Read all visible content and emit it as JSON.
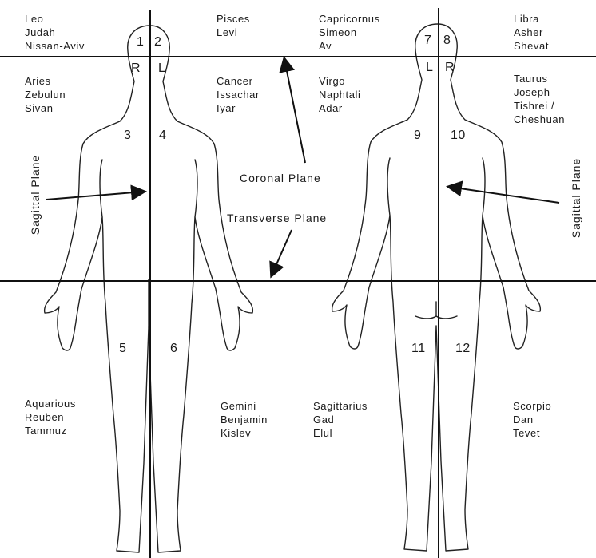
{
  "groups": {
    "leo": [
      "Leo",
      "Judah",
      "Nissan-Aviv"
    ],
    "pisces": [
      "Pisces",
      "Levi"
    ],
    "capricornus": [
      "Capricornus",
      "Simeon",
      "Av"
    ],
    "libra": [
      "Libra",
      "Asher",
      "Shevat"
    ],
    "aries": [
      "Aries",
      "Zebulun",
      "Sivan"
    ],
    "cancer": [
      "Cancer",
      "Issachar",
      "Iyar"
    ],
    "virgo": [
      "Virgo",
      "Naphtali",
      "Adar"
    ],
    "taurus": [
      "Taurus",
      "Joseph",
      "Tishrei /",
      "Cheshuan"
    ],
    "aquarious": [
      "Aquarious",
      "Reuben",
      "Tammuz"
    ],
    "gemini": [
      "Gemini",
      "Benjamin",
      "Kislev"
    ],
    "sagittarius": [
      "Sagittarius",
      "Gad",
      "Elul"
    ],
    "scorpio": [
      "Scorpio",
      "Dan",
      "Tevet"
    ]
  },
  "regions": [
    "1",
    "2",
    "3",
    "4",
    "5",
    "6",
    "7",
    "8",
    "9",
    "10",
    "11",
    "12"
  ],
  "side_labels": {
    "front_r": "R",
    "front_l": "L",
    "back_l": "L",
    "back_r": "R"
  },
  "planes": {
    "coronal": "Coronal Plane",
    "transverse": "Transverse Plane",
    "sagittal_left": "Sagittal Plane",
    "sagittal_right": "Sagittal Plane"
  }
}
